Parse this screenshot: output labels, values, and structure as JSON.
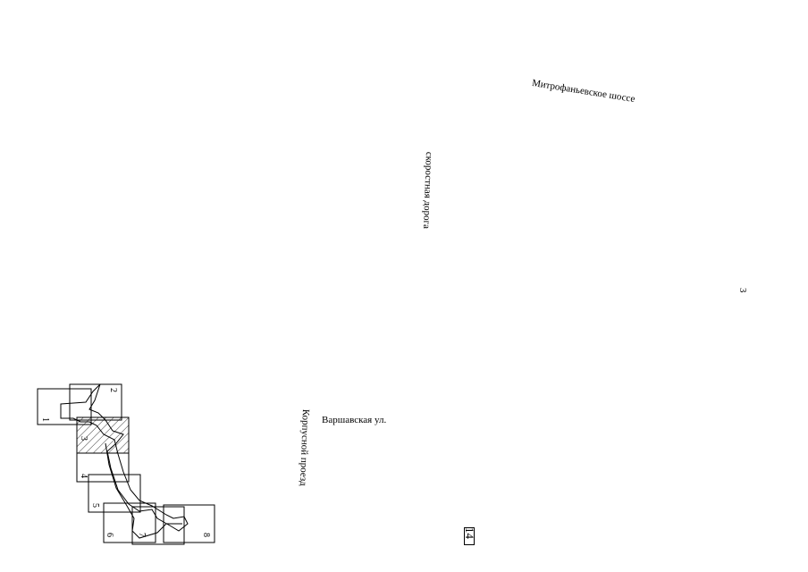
{
  "map": {
    "street_labels": {
      "mitrofanievskoe": "Митрофаньевское шоссе",
      "skorostnaya": "скоростная дорога",
      "varshavskaya": "Варшавская ул.",
      "korolkov": "Корпусной проезд"
    },
    "page_marks": {
      "side_number": "3",
      "sheet_number": "14"
    },
    "index_map": {
      "sheet_labels": [
        "1",
        "2",
        "3",
        "4",
        "5",
        "6",
        "7",
        "8"
      ],
      "highlighted_sheet": "3"
    }
  }
}
